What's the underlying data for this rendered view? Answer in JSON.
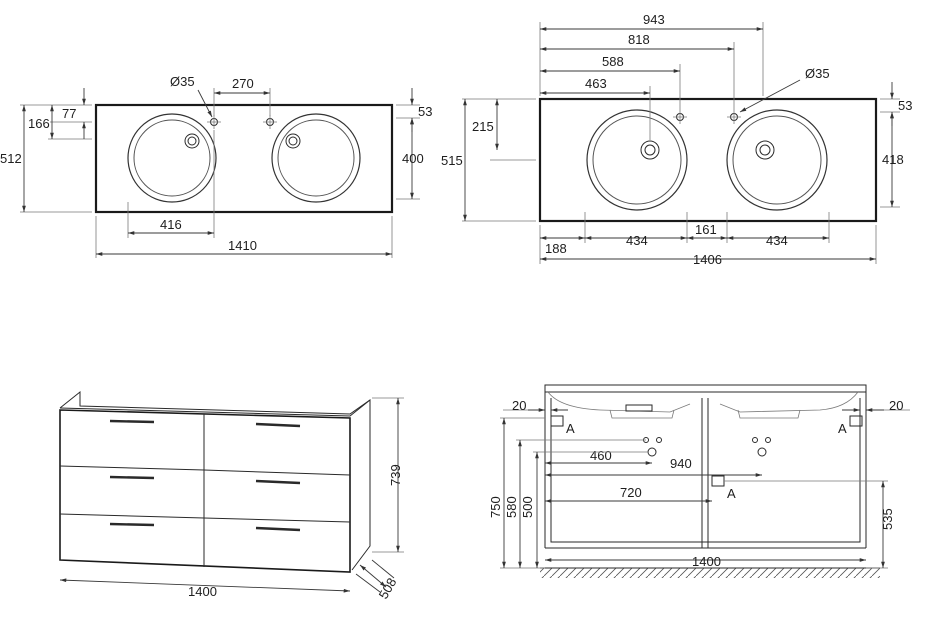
{
  "drawing": {
    "colors": {
      "line": "#1a1a1a",
      "dimension": "#3a3a3a",
      "background": "#ffffff"
    },
    "top_left_view": {
      "dims": {
        "hole_dia": "Ø35",
        "hole_spacing": "270",
        "hole_offset": "77",
        "basin_offset": "166",
        "total_depth": "512",
        "back_height": "53",
        "basin_depth": "400",
        "basin_width": "416",
        "total_width": "1410"
      }
    },
    "top_right_view": {
      "dims": {
        "d943": "943",
        "d818": "818",
        "d588": "588",
        "d463": "463",
        "hole_dia": "Ø35",
        "d215": "215",
        "d515": "515",
        "d53": "53",
        "d418": "418",
        "d188": "188",
        "d434a": "434",
        "d161": "161",
        "d434b": "434",
        "d1406": "1406"
      }
    },
    "cabinet_view": {
      "dims": {
        "height": "739",
        "width": "1400",
        "depth": "508"
      }
    },
    "section_view": {
      "dims": {
        "left20": "20",
        "right20": "20",
        "markA1": "A",
        "markA2": "A",
        "markA3": "A",
        "d460": "460",
        "d940": "940",
        "d720": "720",
        "d750": "750",
        "d580": "580",
        "d500": "500",
        "d535": "535",
        "d1400": "1400"
      }
    }
  }
}
